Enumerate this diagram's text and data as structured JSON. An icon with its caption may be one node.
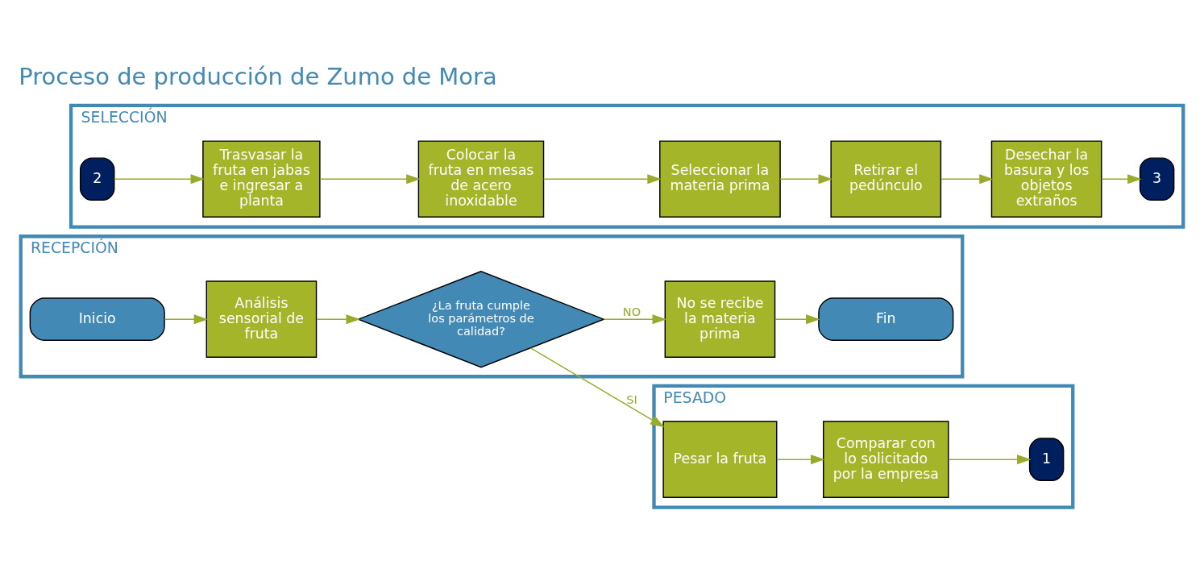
{
  "diagram": {
    "title": "Proceso de producción de Zumo de Mora",
    "nodes": [
      {
        "text": [
          "RECEPCIÓN"
        ]
      },
      {
        "text": [
          "Inicio"
        ],
        "in": 0
      },
      {
        "text": [
          "Análisis sensorial de fruta"
        ],
        "in": 0
      },
      {
        "text": [
          "¿La fruta cumple los parámetros de calidad?"
        ],
        "in": 0
      },
      {
        "text": [
          "No se recibe la materia prima"
        ],
        "in": 0
      },
      {
        "text": [
          "Fin"
        ],
        "in": 0
      },
      {
        "text": [
          "PESADO"
        ]
      },
      {
        "text": [
          "Pesar la fruta"
        ],
        "in": 6
      },
      {
        "text": [
          "Comparar con lo solicitado por la empresa"
        ],
        "in": 6
      },
      {
        "text": [
          "1"
        ],
        "in": 6
      },
      {
        "text": [
          "SELECCIÓN"
        ]
      },
      {
        "text": [
          "2"
        ],
        "in": 10
      },
      {
        "text": [
          "Trasvasar la fruta en jabas e ingresar a planta"
        ],
        "in": 10
      },
      {
        "text": [
          "Colocar la fruta en mesas de acero inoxidable"
        ],
        "in": 10
      },
      {
        "text": [
          "Seleccionar la materia prima"
        ],
        "in": 10
      },
      {
        "text": [
          "Retirar el pedúnculo"
        ],
        "in": 10
      },
      {
        "text": [
          "Desechar la basura y los objetos extraños"
        ],
        "in": 10
      },
      {
        "text": [
          "3"
        ],
        "in": 10
      }
    ],
    "edges": [
      {
        "from": 1,
        "to": 2,
        "arrow": "to"
      },
      {
        "from": 2,
        "to": 3,
        "arrow": "to"
      },
      {
        "from": 3,
        "to": 4,
        "arrow": "to",
        "label": "NO"
      },
      {
        "from": 4,
        "to": 5,
        "arrow": "to"
      },
      {
        "from": 3,
        "to": 7,
        "arrow": "to",
        "label": "SI"
      },
      {
        "from": 7,
        "to": 8,
        "arrow": "to"
      },
      {
        "from": 8,
        "to": 9,
        "arrow": "to"
      },
      {
        "from": 11,
        "to": 12,
        "arrow": "to"
      },
      {
        "from": 12,
        "to": 13,
        "arrow": "to"
      },
      {
        "from": 13,
        "to": 14,
        "arrow": "to"
      },
      {
        "from": 14,
        "to": 15,
        "arrow": "to"
      },
      {
        "from": 15,
        "to": 16,
        "arrow": "to"
      },
      {
        "from": 16,
        "to": 17,
        "arrow": "to"
      }
    ]
  }
}
